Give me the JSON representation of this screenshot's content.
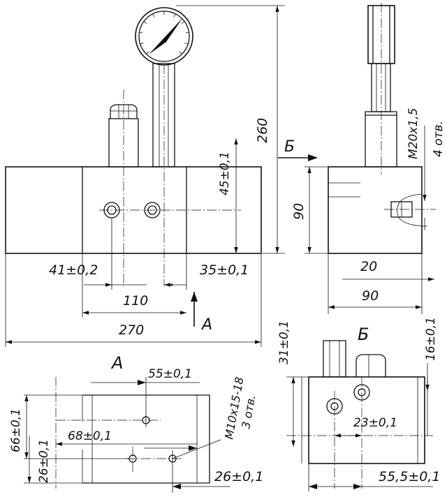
{
  "front": {
    "dim_260": "260",
    "dim_45": "45±0,1",
    "dim_41": "41±0,2",
    "dim_35": "35±0,1",
    "dim_110": "110",
    "dim_270": "270",
    "section_A": "A",
    "view_B_mark": "Б",
    "view_A_title": "A"
  },
  "side": {
    "thread": "M20x1,5",
    "thread_count": "4 отв.",
    "dim_90_height": "90",
    "dim_20": "20",
    "dim_90_width": "90"
  },
  "view_a": {
    "dim_55": "55±0,1",
    "thread": "M10x15-18",
    "thread_count": "3 отв.",
    "dim_66": "66±0,1",
    "dim_68": "68±0,1",
    "dim_26_left": "26±0,1",
    "dim_26_bottom": "26±0,1"
  },
  "view_b": {
    "title": "Б",
    "dim_31": "31±0,1",
    "dim_16": "16±0,1",
    "dim_23": "23±0,1",
    "dim_55_5": "55,5±0,1"
  }
}
